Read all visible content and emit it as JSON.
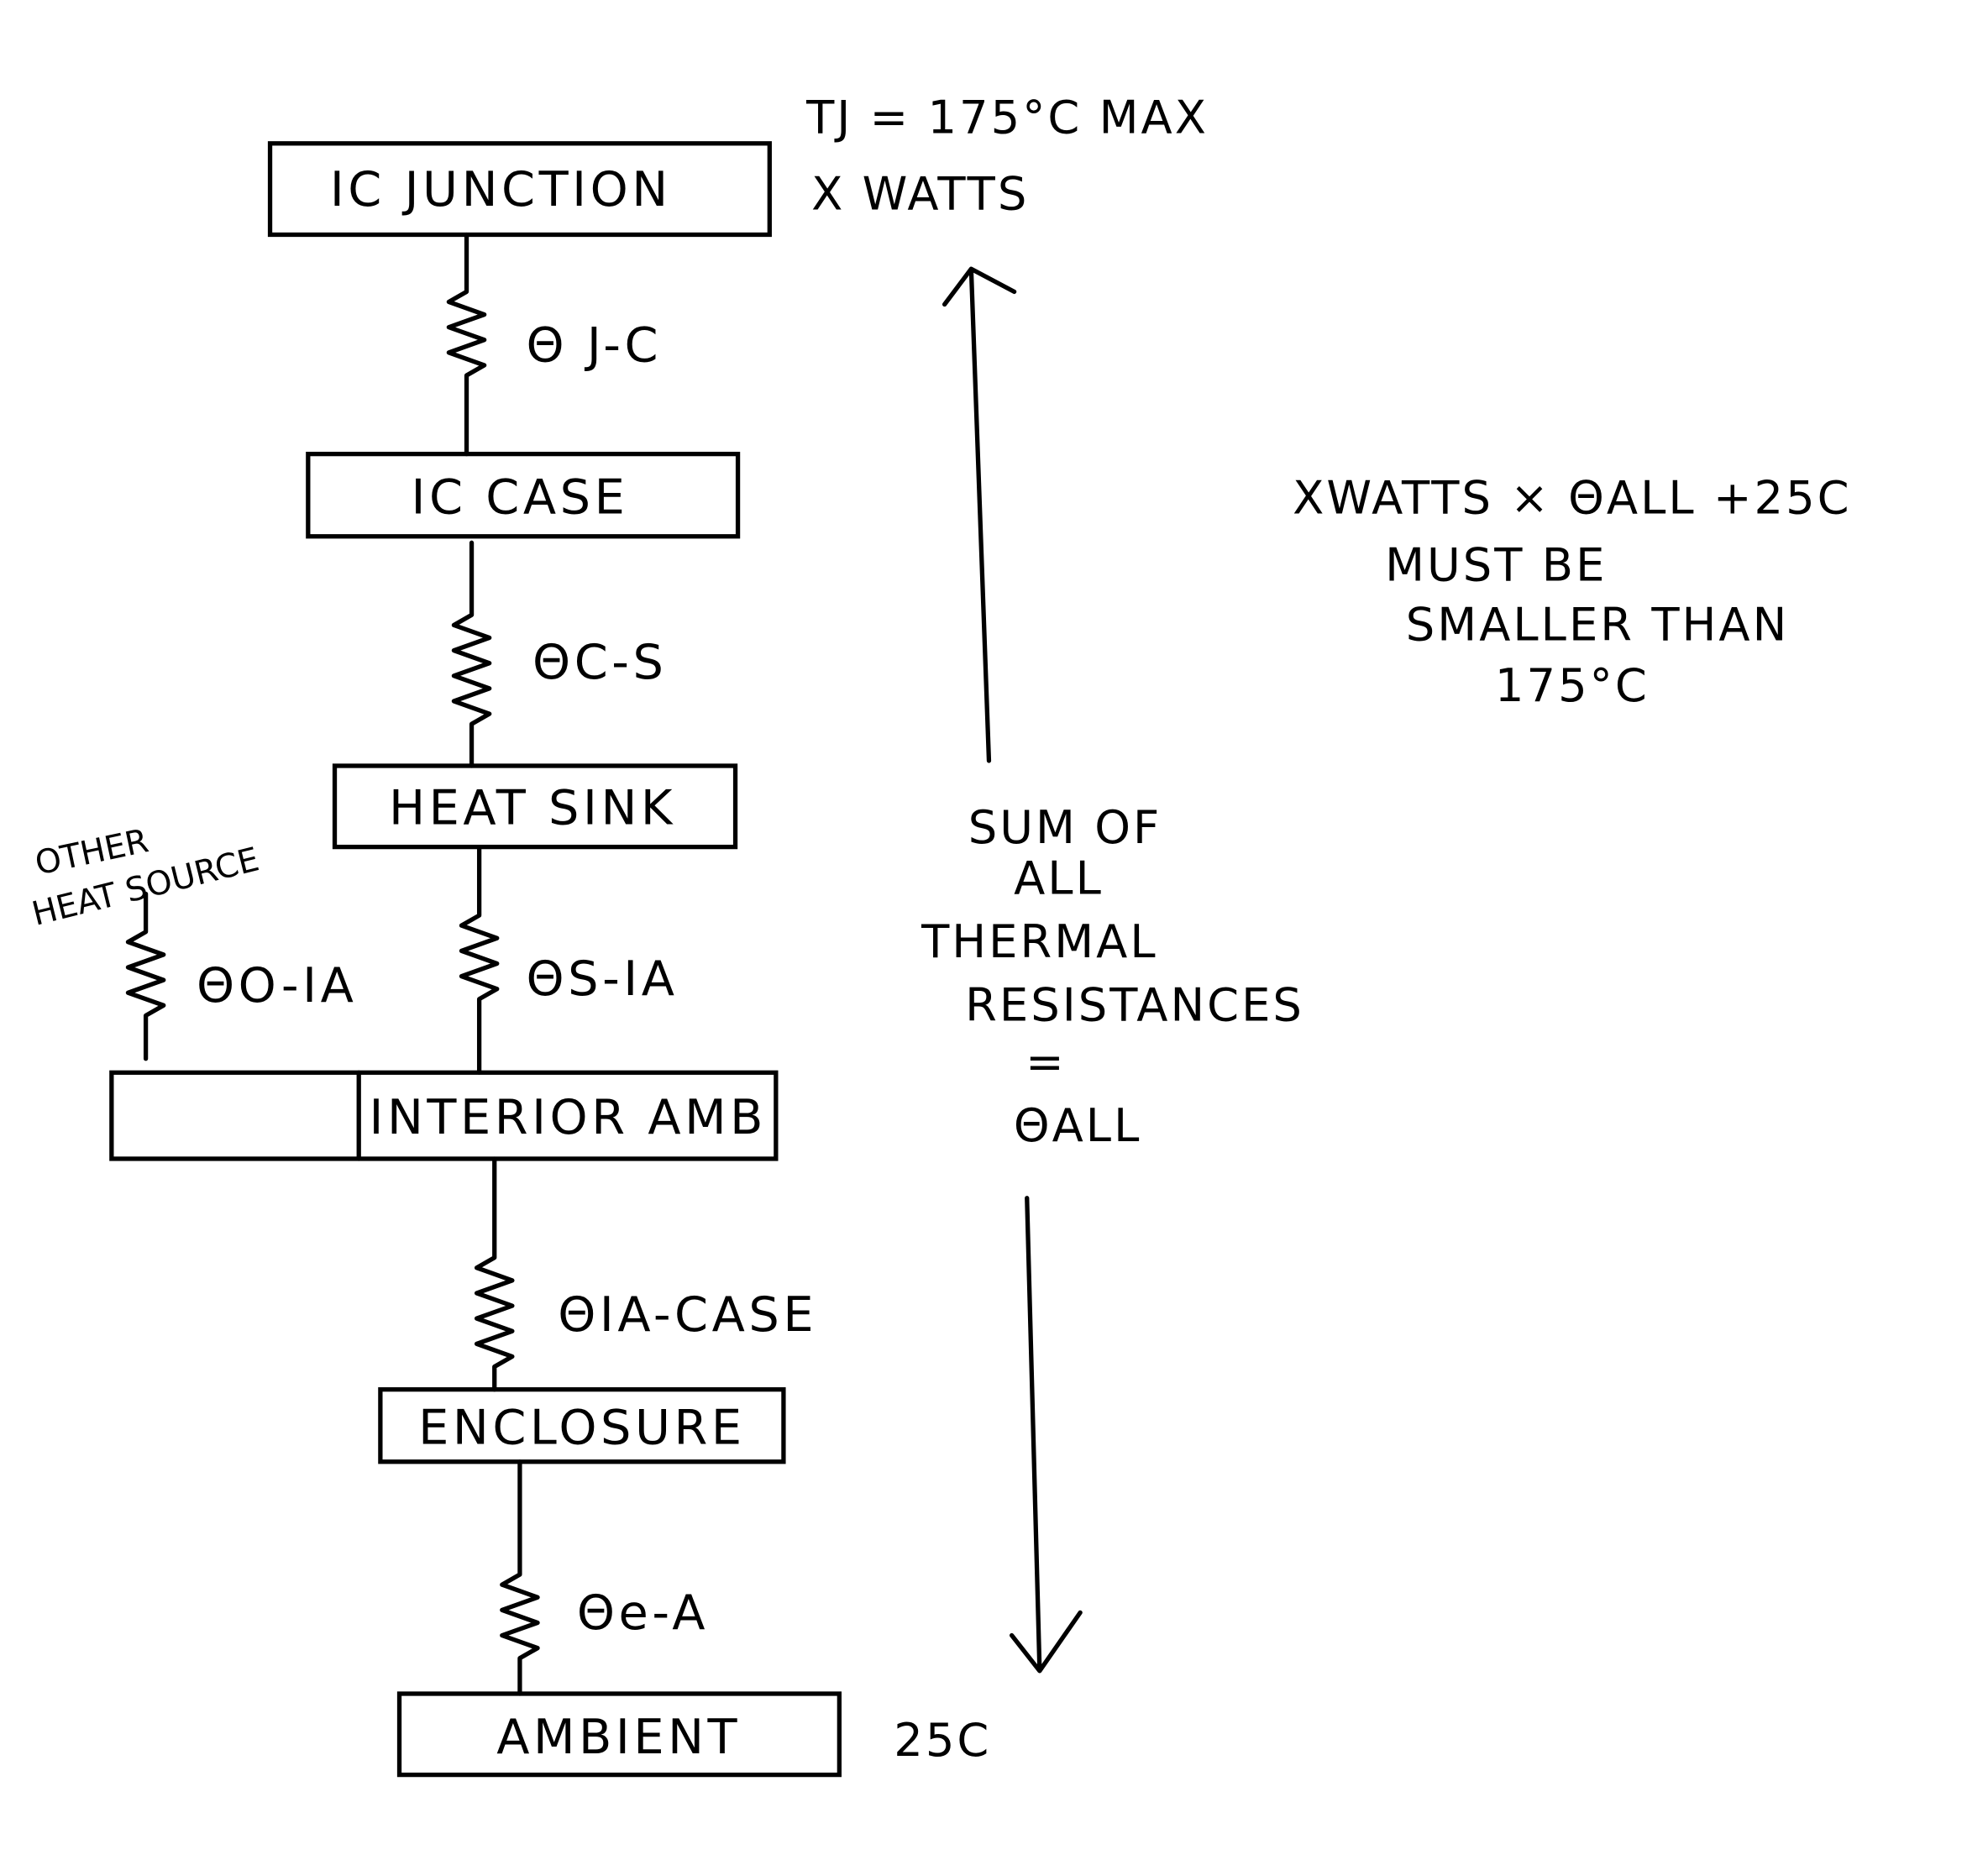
{
  "nodes": {
    "junction": "IC JUNCTION",
    "case": "IC CASE",
    "heatsink": "HEAT SINK",
    "interior": "INTERIOR AMB",
    "enclosure": "ENCLOSURE",
    "ambient": "AMBIENT"
  },
  "other_source": {
    "line1": "OTHER",
    "line2": "HEAT SOURCE"
  },
  "resistors": {
    "jc": "Θ J-C",
    "cs": "ΘC-S",
    "sia": "ΘS-IA",
    "oia": "ΘO-IA",
    "iacase": "ΘIA-CASE",
    "ea": "Θe-A"
  },
  "annotations": {
    "tj": "TJ = 175°C MAX",
    "watts": "X WATTS",
    "ambient_temp": "25C",
    "sum": [
      "SUM OF",
      "ALL",
      "THERMAL",
      "RESISTANCES",
      "=",
      "ΘALL"
    ],
    "formula": [
      "XWATTS × ΘALL +25C",
      "MUST BE",
      "SMALLER THAN",
      "175°C"
    ]
  }
}
